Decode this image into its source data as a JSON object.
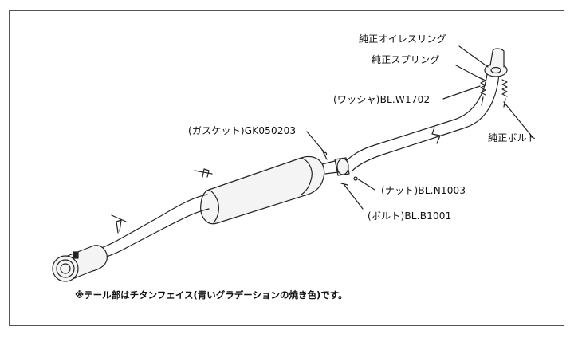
{
  "callouts": {
    "oil_ring": "純正オイレスリング",
    "spring": "純正スプリング",
    "washer": "(ワッシャ)BL.W1702",
    "bolt_stock": "純正ボルト",
    "gasket": "(ガスケット)GK050203",
    "nut": "(ナット)BL.N1003",
    "bolt": "(ボルト)BL.B1001"
  },
  "note": "※テール部はチタンフェイス(青いグラデーションの焼き色)です。",
  "colors": {
    "line": "#222222",
    "pipe_fill": "#f4f4f4",
    "frame": "#555555"
  }
}
